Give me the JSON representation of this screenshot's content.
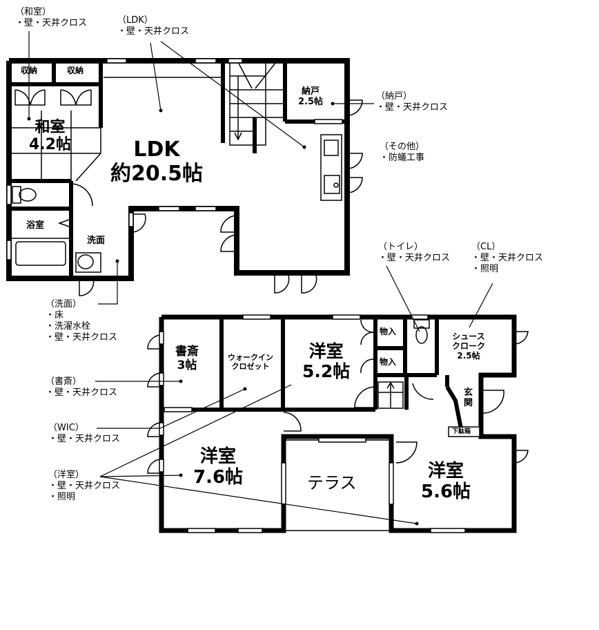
{
  "rooms": {
    "washitsu": {
      "name": "和室",
      "size": "4.2帖"
    },
    "ldk": {
      "name": "LDK",
      "size": "約20.5帖"
    },
    "storage1": {
      "name": "収納"
    },
    "storage2": {
      "name": "収納"
    },
    "nando": {
      "name": "納戸",
      "size": "2.5帖"
    },
    "bath": {
      "name": "浴室"
    },
    "washroom": {
      "name": "洗面"
    },
    "study": {
      "name": "書斎",
      "size": "3帖"
    },
    "wic": {
      "line1": "ウォークイン",
      "line2": "クロゼット"
    },
    "western1": {
      "name": "洋室",
      "size": "5.2帖"
    },
    "closet1": {
      "name": "物入"
    },
    "closet2": {
      "name": "物入"
    },
    "shoe_cloak": {
      "line1": "シュース",
      "line2": "クローク",
      "size": "2.5帖"
    },
    "entrance": {
      "line1": "玄",
      "line2": "関"
    },
    "shoe_box": {
      "name": "下駄箱"
    },
    "western2": {
      "name": "洋室",
      "size": "7.6帖"
    },
    "terrace": {
      "name": "テラス"
    },
    "western3": {
      "name": "洋室",
      "size": "5.6帖"
    }
  },
  "notes": {
    "washitsu": {
      "title": "（和室）",
      "items": [
        "・壁・天井クロス"
      ]
    },
    "ldk": {
      "title": "（LDK）",
      "items": [
        "・壁・天井クロス"
      ]
    },
    "nando": {
      "title": "（納戸）",
      "items": [
        "・壁・天井クロス"
      ]
    },
    "other": {
      "title": "（その他）",
      "items": [
        "・防蟻工事"
      ]
    },
    "toilet": {
      "title": "（トイレ）",
      "items": [
        "・壁・天井クロス"
      ]
    },
    "cl": {
      "title": "（CL）",
      "items": [
        "・壁・天井クロス",
        "・照明"
      ]
    },
    "washroom": {
      "title": "（洗面）",
      "items": [
        "・床",
        "・洗濯水栓",
        "・壁・天井クロス"
      ]
    },
    "study": {
      "title": "（書斎）",
      "items": [
        "・壁・天井クロス"
      ]
    },
    "wic": {
      "title": "（WIC）",
      "items": [
        "・壁・天井クロス"
      ]
    },
    "western": {
      "title": "（洋室）",
      "items": [
        "・壁・天井クロス",
        "・照明"
      ]
    }
  },
  "colors": {
    "wall": "#000000",
    "background": "#ffffff"
  }
}
